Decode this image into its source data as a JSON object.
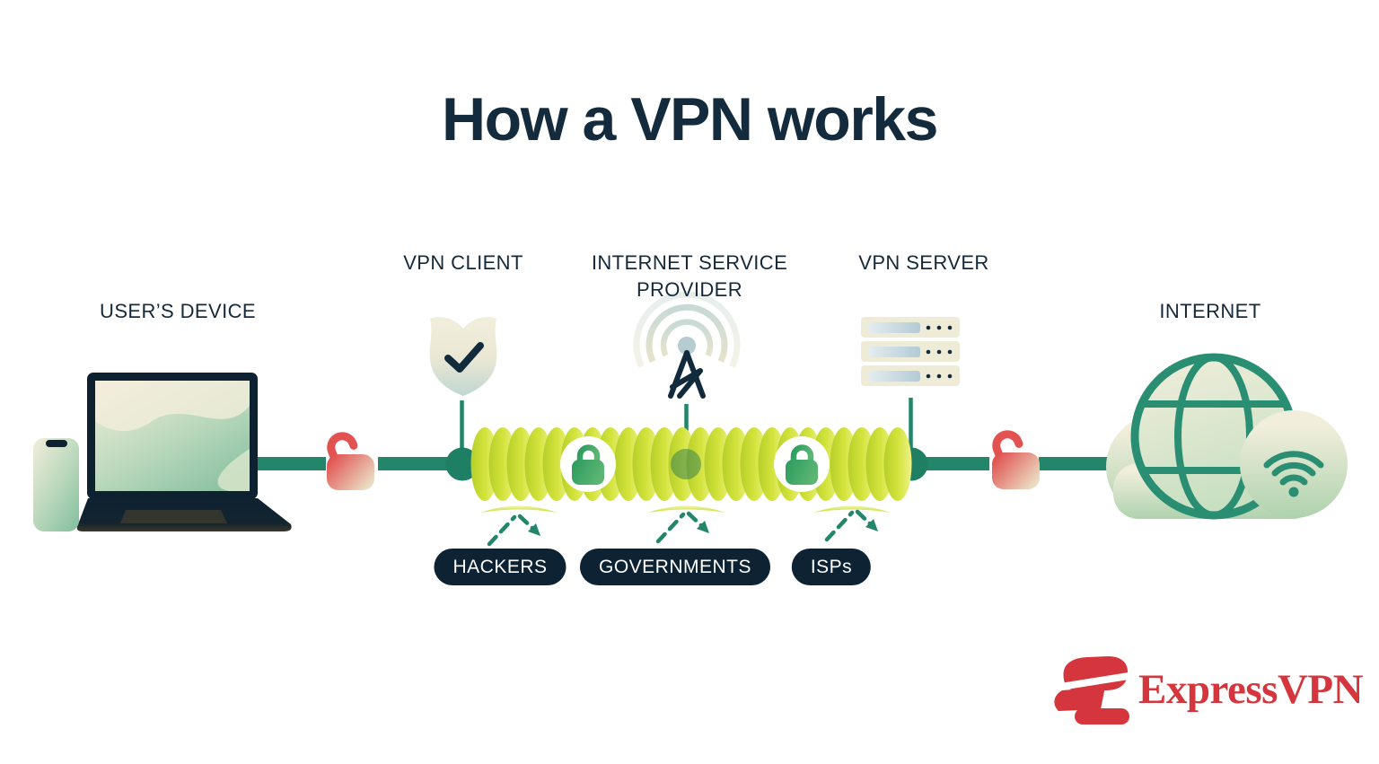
{
  "title": "How a VPN works",
  "diagram": {
    "nodes": [
      {
        "id": "user-device",
        "label": "USER’S DEVICE",
        "icon": "laptop-phone-icon"
      },
      {
        "id": "vpn-client",
        "label": "VPN CLIENT",
        "icon": "shield-check-icon"
      },
      {
        "id": "isp",
        "label": "INTERNET SERVICE PROVIDER",
        "icon": "radio-tower-icon"
      },
      {
        "id": "vpn-server",
        "label": "VPN SERVER",
        "icon": "server-stack-icon"
      },
      {
        "id": "internet",
        "label": "INTERNET",
        "icon": "globe-wifi-cloud-icon"
      }
    ],
    "threats": [
      {
        "label": "HACKERS"
      },
      {
        "label": "GOVERNMENTS"
      },
      {
        "label": "ISPs"
      }
    ],
    "tunnel": {
      "encrypted_lock_icon": "closed-padlock-icon",
      "unencrypted_lock_icon": "open-padlock-icon",
      "deflection_icon": "deflect-arrow-icon"
    }
  },
  "brand": {
    "name": "ExpressVPN",
    "logo_icon": "expressvpn-logo-icon"
  },
  "colors": {
    "navy": "#132b3d",
    "teal": "#23866a",
    "tunnel_lime": "#c6d930",
    "alert_red": "#e05252",
    "brand_red": "#d5363d",
    "cream": "#f1eedb",
    "pill_bg": "#0d2334",
    "background": "#ffffff"
  }
}
